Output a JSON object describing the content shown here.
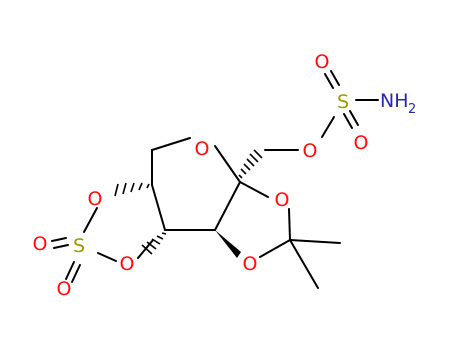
{
  "colors": {
    "bond": "#000000",
    "oxygen": "#ff0d0d",
    "sulfur": "#9b9b00",
    "nitrogen": "#2a2aa8",
    "background": "#ffffff"
  },
  "atoms": {
    "o_ring": "O",
    "o_sulfamate_ester": "O",
    "s_sulfamate": "S",
    "o_sulfamate_top": "O",
    "o_sulfamate_bottom": "O",
    "nh2_main": "NH",
    "nh2_sub": "2",
    "o_cyclic_sulfate_upper": "O",
    "s_cyclic_sulfate": "S",
    "o_cyclic_sulfate_lower": "O",
    "o_sulfate_left": "O",
    "o_sulfate_bottom": "O",
    "o_acetonide_upper": "O",
    "o_acetonide_lower": "O"
  }
}
